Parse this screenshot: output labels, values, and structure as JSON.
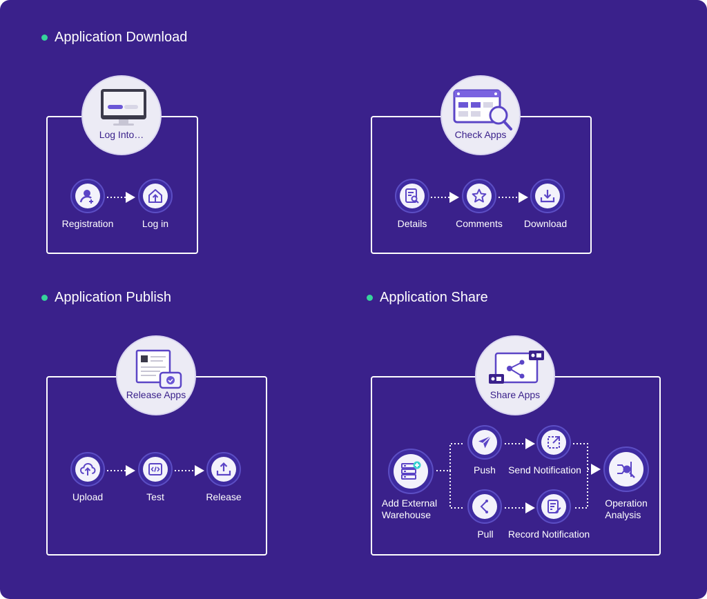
{
  "colors": {
    "background": "#3a218b",
    "accent_dot": "#36d39b",
    "icon": "#5b45c6",
    "hub_fill": "#ecebf5",
    "wire": "#ffffff"
  },
  "sections": {
    "download": {
      "title": "Application Download",
      "hubs": {
        "login": {
          "label": "Log Into…",
          "icon": "monitor-icon"
        },
        "check": {
          "label": "Check Apps",
          "icon": "app-search-icon"
        }
      },
      "steps": {
        "registration": "Registration",
        "login": "Log in",
        "details": "Details",
        "comments": "Comments",
        "download": "Download"
      }
    },
    "publish": {
      "title": "Application Publish",
      "hub": {
        "label": "Release Apps",
        "icon": "document-check-icon"
      },
      "steps": {
        "upload": "Upload",
        "test": "Test",
        "release": "Release"
      }
    },
    "share": {
      "title": "Application Share",
      "hub": {
        "label": "Share Apps",
        "icon": "share-screen-icon"
      },
      "steps": {
        "add_line1": "Add External",
        "add_line2": "Warehouse",
        "push": "Push",
        "pull": "Pull",
        "send_notification": "Send Notification",
        "record_notification": "Record Notification",
        "analysis_line1": "Operation",
        "analysis_line2": "Analysis"
      }
    }
  }
}
